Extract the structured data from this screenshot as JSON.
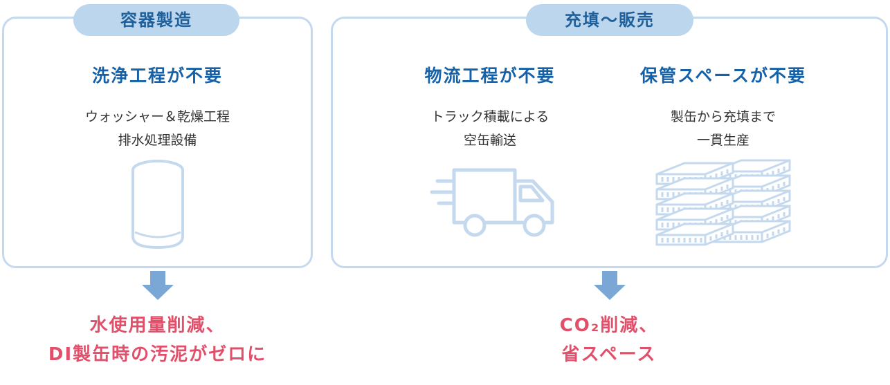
{
  "left_section": {
    "title": "容器製造",
    "heading": "洗浄工程が不要",
    "desc_lines": [
      "ウォッシャー＆乾燥工程",
      "排水処理設備"
    ],
    "icon": "can-icon",
    "result_lines": [
      "水使用量削減、",
      "DI製缶時の汚泥がゼロに"
    ]
  },
  "right_section": {
    "title": "充填～販売",
    "col1": {
      "heading": "物流工程が不要",
      "desc_lines": [
        "トラック積載による",
        "空缶輸送"
      ],
      "icon": "truck-icon"
    },
    "col2": {
      "heading": "保管スペースが不要",
      "desc_lines": [
        "製缶から充填まで",
        "一貫生産"
      ],
      "icon": "stacked-cans-icon"
    },
    "result_lines": [
      "CO₂削減、",
      "省スペース"
    ]
  },
  "colors": {
    "panel_border": "#c5d9ee",
    "pill_bg": "#bcd6ee",
    "heading": "#1561a8",
    "result": "#e24f6a",
    "arrow": "#7ba7d6"
  }
}
